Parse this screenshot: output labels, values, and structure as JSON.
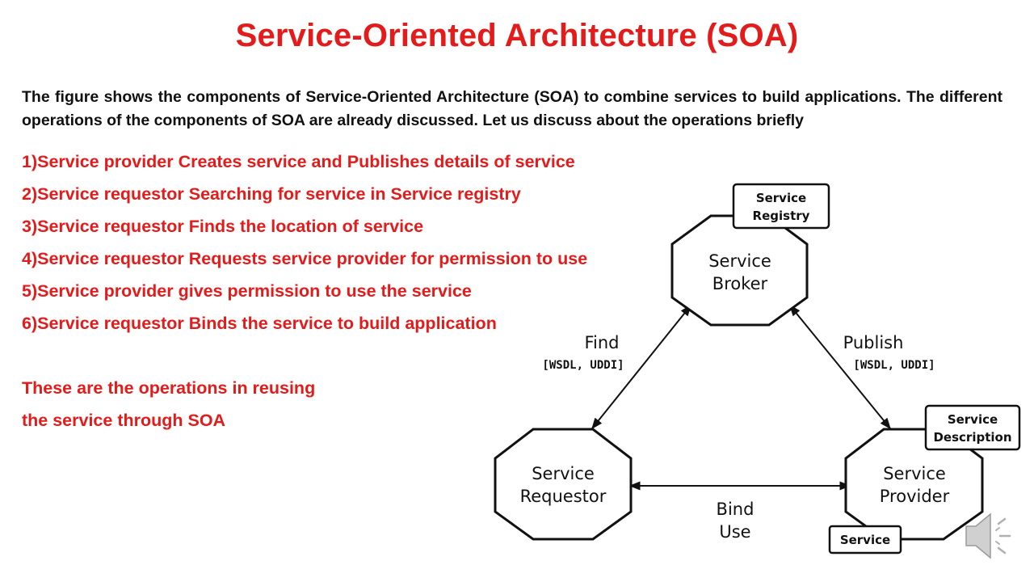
{
  "title": "Service-Oriented Architecture (SOA)",
  "intro": "The figure shows the components of Service-Oriented Architecture (SOA) to combine services to build applications. The different operations of the components of SOA are already discussed.  Let us discuss about the operations briefly",
  "operations": [
    "1)Service provider Creates service and Publishes details of  service",
    "2)Service requestor Searching for service in Service registry",
    "3)Service requestor Finds the location of service",
    "4)Service requestor Requests service provider for permission to use",
    "5)Service provider gives permission to use the service",
    "6)Service requestor Binds the service to build application"
  ],
  "conclusion": {
    "line1": "These are the operations in reusing",
    "line2": "the service through SOA"
  },
  "diagram": {
    "broker": {
      "line1": "Service",
      "line2": "Broker"
    },
    "requestor": {
      "line1": "Service",
      "line2": "Requestor"
    },
    "provider": {
      "line1": "Service",
      "line2": "Provider"
    },
    "registry": {
      "line1": "Service",
      "line2": "Registry"
    },
    "description": {
      "line1": "Service",
      "line2": "Description"
    },
    "service_tag": "Service",
    "find": {
      "label": "Find",
      "sub": "[WSDL, UDDI]"
    },
    "publish": {
      "label": "Publish",
      "sub": "[WSDL, UDDI]"
    },
    "bind": {
      "line1": "Bind",
      "line2": "Use"
    }
  },
  "speaker_icon": "speaker-icon"
}
